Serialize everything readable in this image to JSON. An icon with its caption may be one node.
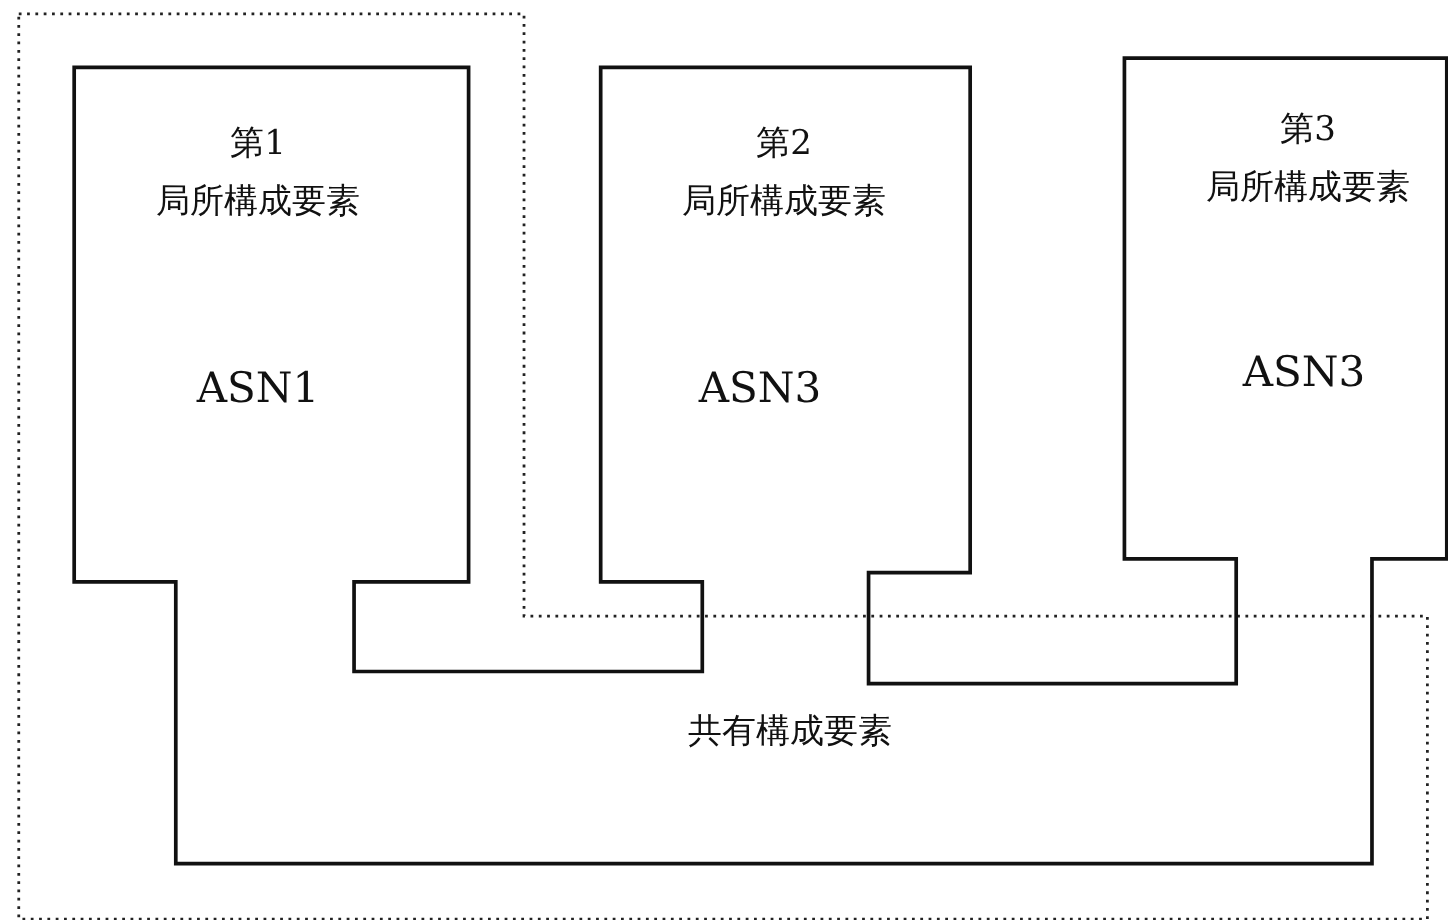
{
  "diagram": {
    "nodes": [
      {
        "text": [
          "第1",
          "局所構成要素",
          "ASN1"
        ]
      },
      {
        "text": [
          "第2",
          "局所構成要素",
          "ASN3"
        ]
      },
      {
        "text": [
          "第3",
          "局所構成要素",
          "ASN3"
        ]
      },
      {
        "text": [
          "共有構成要素"
        ]
      }
    ]
  }
}
